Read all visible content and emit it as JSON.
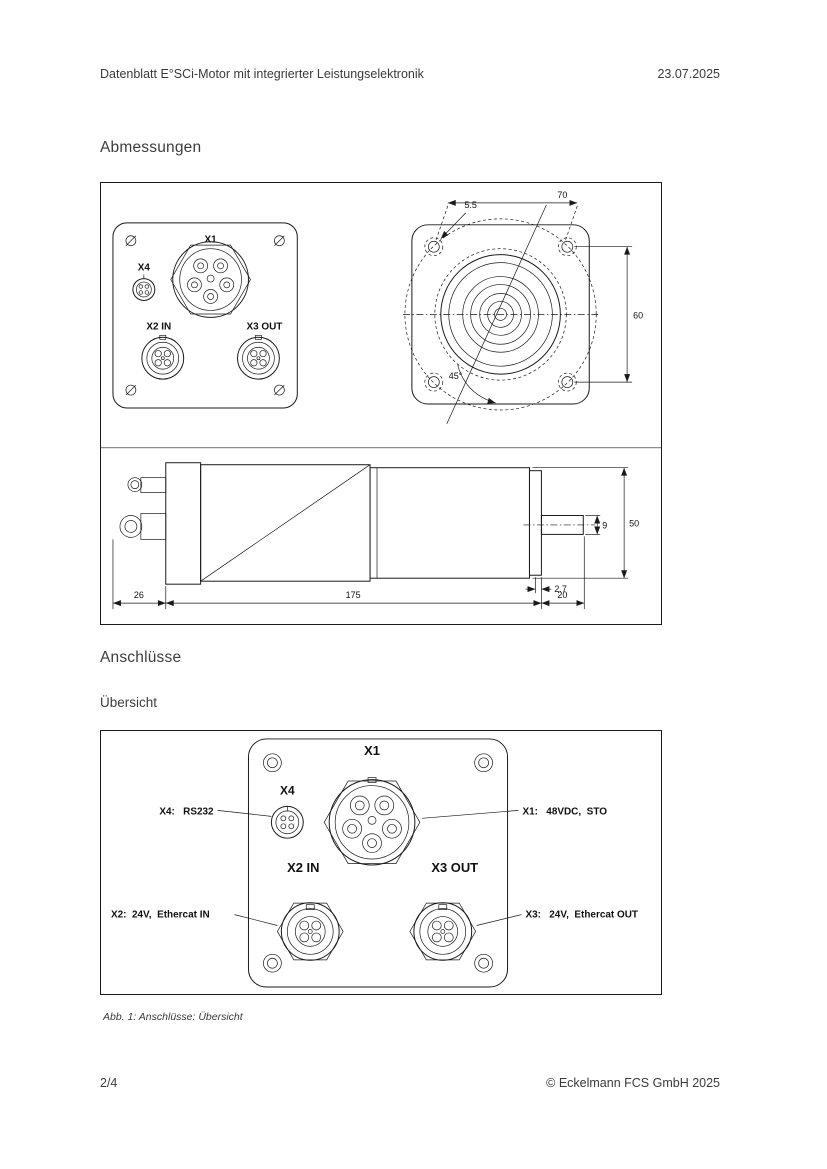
{
  "header": {
    "title": "Datenblatt E°SCi-Motor mit integrierter Leistungselektronik",
    "date": "23.07.2025"
  },
  "headings": {
    "dimensions": "Abmessungen",
    "connections": "Anschlüsse",
    "overview": "Übersicht"
  },
  "dim_figure": {
    "front_view": {
      "x1": "X1",
      "x4": "X4",
      "x2_in": "X2 IN",
      "x3_out": "X3 OUT"
    },
    "flange_view": {
      "dim_70": "70",
      "dim_5_5": "5.5",
      "dim_60": "60",
      "angle_45": "45°"
    },
    "side_view": {
      "dim_26": "26",
      "dim_175": "175",
      "dim_20": "20",
      "dim_2_7": "2.7",
      "dim_9": "9",
      "dim_50": "50"
    }
  },
  "conn_figure": {
    "x1_label": "X1",
    "x4_label": "X4",
    "x2_label": "X2 IN",
    "x3_label": "X3 OUT",
    "ann_x4": "X4:   RS232",
    "ann_x1": "X1:   48VDC,  STO",
    "ann_x2": "X2:  24V,  Ethercat IN",
    "ann_x3": "X3:   24V,  Ethercat OUT"
  },
  "caption": "Abb. 1: Anschlüsse: Übersicht",
  "footer": {
    "page": "2/4",
    "copyright": "© Eckelmann FCS GmbH 2025"
  }
}
